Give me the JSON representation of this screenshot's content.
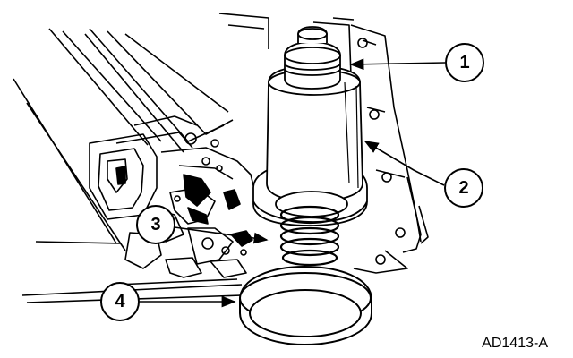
{
  "figure": {
    "code": "AD1413-A"
  },
  "callouts": [
    {
      "number": "1",
      "target": "top-seal"
    },
    {
      "number": "2",
      "target": "servo-piston"
    },
    {
      "number": "3",
      "target": "return-spring"
    },
    {
      "number": "4",
      "target": "bottom-seal-ring"
    }
  ],
  "colors": {
    "line": "#000000",
    "fill": "#ffffff"
  }
}
